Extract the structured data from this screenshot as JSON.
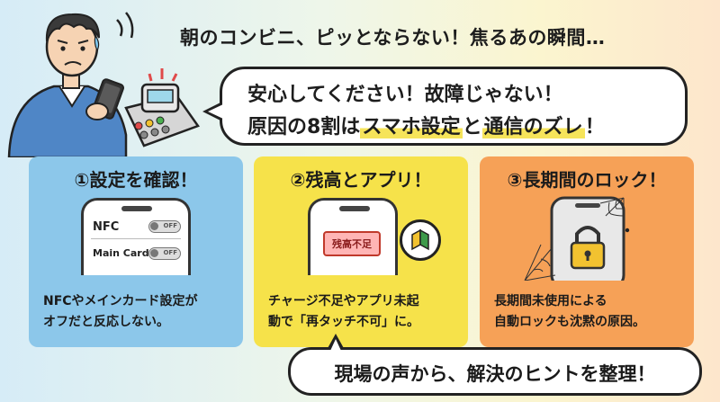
{
  "headline": "朝のコンビニ、ピッとならない！焦るあの瞬間…",
  "speech": {
    "line1": "安心してください！故障じゃない！",
    "line2_prefix": "原因の8割は",
    "line2_highlight1": "スマホ設定",
    "line2_mid": "と",
    "line2_highlight2": "通信のズレ",
    "line2_suffix": "！"
  },
  "panels": [
    {
      "title": "①設定を確認！",
      "rows": [
        {
          "label": "NFC",
          "toggle": "OFF"
        },
        {
          "label": "Main Card",
          "toggle": "OFF"
        }
      ],
      "desc_line1": "NFCやメインカード設定が",
      "desc_line2": "オフだと反応しない。",
      "color": "#8cc7ea"
    },
    {
      "title": "②残高とアプリ！",
      "screen_label": "残高不足",
      "desc_line1": "チャージ不足やアプリ未起",
      "desc_line2": "動で「再タッチ不可」に。",
      "color": "#f6e24a",
      "icon": "beginner-mark-icon"
    },
    {
      "title": "③長期間のロック！",
      "desc_line1": "長期間未使用による",
      "desc_line2": "自動ロックも沈黙の原因。",
      "color": "#f6a157",
      "icon": "padlock-icon"
    }
  ],
  "bottom": "現場の声から、解決のヒントを整理！"
}
